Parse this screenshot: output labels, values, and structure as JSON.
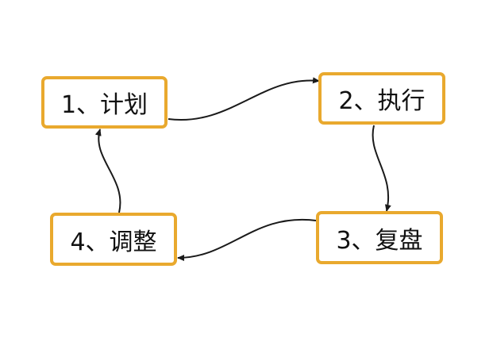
{
  "diagram": {
    "nodes": [
      {
        "id": "node1",
        "label": "1、计划"
      },
      {
        "id": "node2",
        "label": "2、执行"
      },
      {
        "id": "node3",
        "label": "3、复盘"
      },
      {
        "id": "node4",
        "label": "4、调整"
      }
    ],
    "edges": [
      {
        "from": "node1",
        "to": "node2"
      },
      {
        "from": "node2",
        "to": "node3"
      },
      {
        "from": "node3",
        "to": "node4"
      },
      {
        "from": "node4",
        "to": "node1"
      }
    ],
    "colors": {
      "border": "#E9A92E",
      "arrow": "#1a1a1a",
      "text": "#111111"
    }
  }
}
